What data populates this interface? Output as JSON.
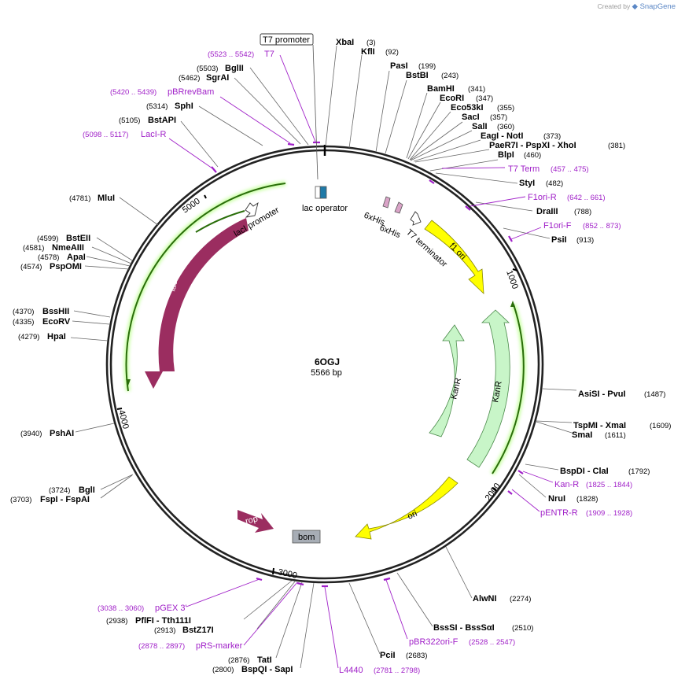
{
  "credit": {
    "prefix": "Created by",
    "brand": "SnapGene"
  },
  "plasmid": {
    "name": "6OGJ",
    "size": "5566 bp"
  },
  "ticks": [
    "1000",
    "2000",
    "3000",
    "4000",
    "5000"
  ],
  "feature_labels": {
    "lac_operator": "lac operator",
    "laci_promoter": "lacI promoter",
    "his1": "6xHis",
    "his2": "6xHis",
    "t7_terminator": "T7 terminator",
    "f1_ori": "f1 ori",
    "laci": "lacI",
    "kanr_outer": "KanR",
    "kanr_inner": "KanR",
    "ori": "ori",
    "rop": "rop",
    "bom": "bom",
    "t7_promoter": "T7 promoter"
  },
  "enzymes": [
    {
      "name": "XbaI",
      "pos": "(3)"
    },
    {
      "name": "KflI",
      "pos": "(92)"
    },
    {
      "name": "PasI",
      "pos": "(199)"
    },
    {
      "name": "BstBI",
      "pos": "(243)"
    },
    {
      "name": "BamHI",
      "pos": "(341)"
    },
    {
      "name": "EcoRI",
      "pos": "(347)"
    },
    {
      "name": "Eco53kI",
      "pos": "(355)"
    },
    {
      "name": "SacI",
      "pos": "(357)"
    },
    {
      "name": "SalI",
      "pos": "(360)"
    },
    {
      "name": "EagI  - NotI",
      "pos": "(373)"
    },
    {
      "name": "PaeR7I  - PspXI  - XhoI",
      "pos": "(381)"
    },
    {
      "name": "BlpI",
      "pos": "(460)"
    },
    {
      "name": "StyI",
      "pos": "(482)"
    },
    {
      "name": "DraIII",
      "pos": "(788)"
    },
    {
      "name": "PsiI",
      "pos": "(913)"
    },
    {
      "name": "AsiSI  - PvuI",
      "pos": "(1487)"
    },
    {
      "name": "TspMI  - XmaI",
      "pos": "(1609)"
    },
    {
      "name": "SmaI",
      "pos": "(1611)"
    },
    {
      "name": "BspDI  - ClaI",
      "pos": "(1792)"
    },
    {
      "name": "NruI",
      "pos": "(1828)"
    },
    {
      "name": "AlwNI",
      "pos": "(2274)"
    },
    {
      "name": "BssSI  - BssSαI",
      "pos": "(2510)"
    },
    {
      "name": "PciI",
      "pos": "(2683)"
    },
    {
      "name": "BspQI  - SapI",
      "pos": "(2800)"
    },
    {
      "name": "TatI",
      "pos": "(2876)"
    },
    {
      "name": "BstZ17I",
      "pos": "(2913)"
    },
    {
      "name": "PflFI  - Tth111I",
      "pos": "(2938)"
    },
    {
      "name": "FspI  - FspAI",
      "pos": "(3703)"
    },
    {
      "name": "BglI",
      "pos": "(3724)"
    },
    {
      "name": "PshAI",
      "pos": "(3940)"
    },
    {
      "name": "HpaI",
      "pos": "(4279)"
    },
    {
      "name": "EcoRV",
      "pos": "(4335)"
    },
    {
      "name": "BssHII",
      "pos": "(4370)"
    },
    {
      "name": "PspOMI",
      "pos": "(4574)"
    },
    {
      "name": "ApaI",
      "pos": "(4578)"
    },
    {
      "name": "NmeAIII",
      "pos": "(4581)"
    },
    {
      "name": "BstEII",
      "pos": "(4599)"
    },
    {
      "name": "MluI",
      "pos": "(4781)"
    },
    {
      "name": "BstAPI",
      "pos": "(5105)"
    },
    {
      "name": "SphI",
      "pos": "(5314)"
    },
    {
      "name": "SgrAI",
      "pos": "(5462)"
    },
    {
      "name": "BglII",
      "pos": "(5503)"
    }
  ],
  "primers": [
    {
      "name": "T7",
      "range": "(5523 .. 5542)"
    },
    {
      "name": "pBRrevBam",
      "range": "(5420 .. 5439)"
    },
    {
      "name": "LacI-R",
      "range": "(5098 .. 5117)"
    },
    {
      "name": "T7 Term",
      "range": "(457 .. 475)"
    },
    {
      "name": "F1ori-R",
      "range": "(642 .. 661)"
    },
    {
      "name": "F1ori-F",
      "range": "(852 .. 873)"
    },
    {
      "name": "Kan-R",
      "range": "(1825 .. 1844)"
    },
    {
      "name": "pENTR-R",
      "range": "(1909 .. 1928)"
    },
    {
      "name": "pBR322ori-F",
      "range": "(2528 .. 2547)"
    },
    {
      "name": "L4440",
      "range": "(2781 .. 2798)"
    },
    {
      "name": "pRS-marker",
      "range": "(2878 .. 2897)"
    },
    {
      "name": "pGEX 3'",
      "range": "(3038 .. 3060)"
    }
  ],
  "colors": {
    "backbone": "#222222",
    "laci": "#9b2d60",
    "rop": "#9b2d60",
    "kanr": "#c8f5c8",
    "ori": "#ffff00",
    "primer": "#a020c8",
    "primer_arc": "#2a6e0a",
    "bom": "#a7adb5"
  }
}
